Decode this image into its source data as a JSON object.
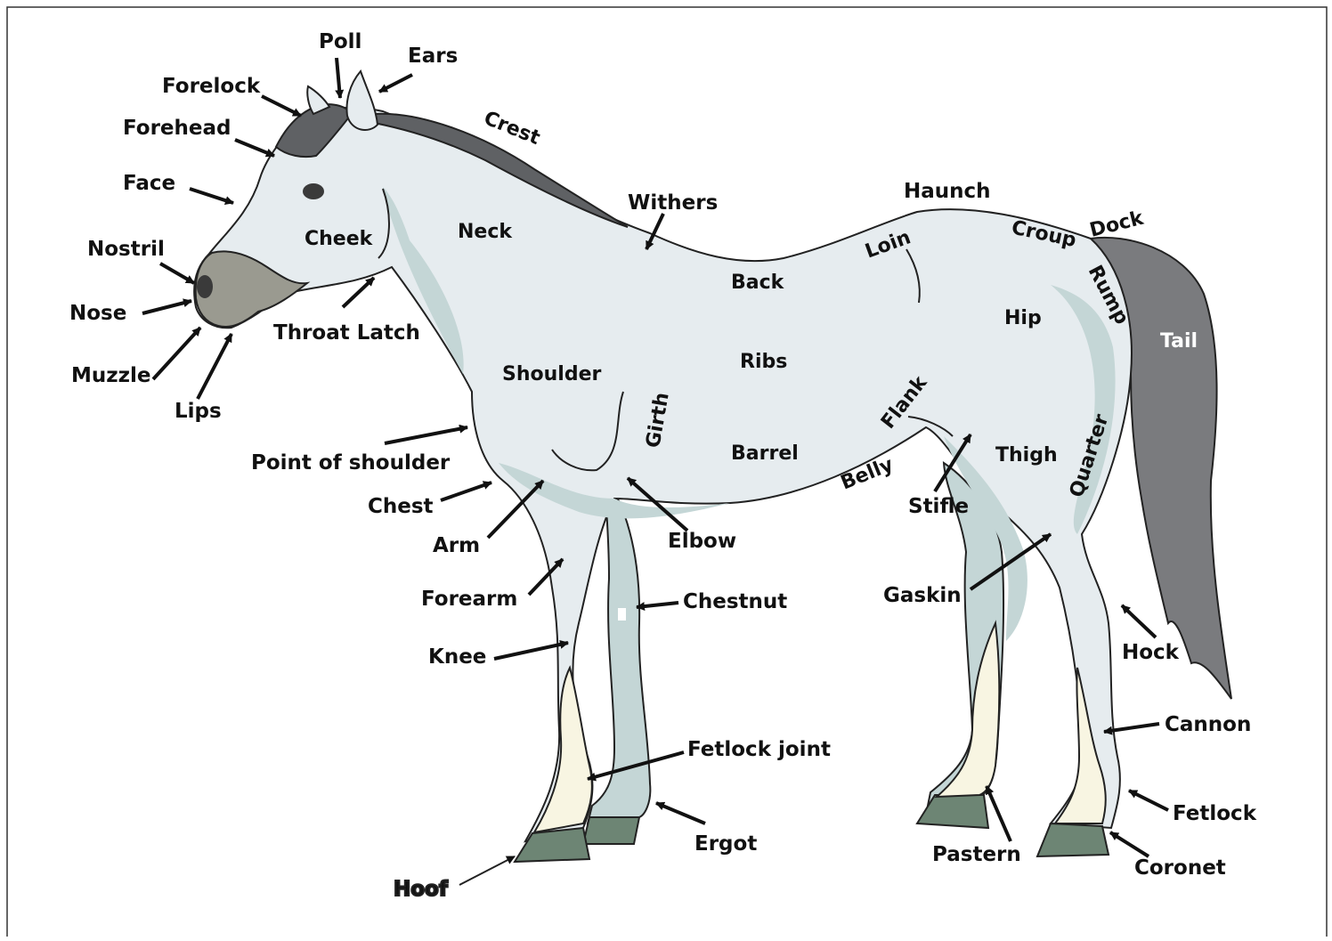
{
  "labels": {
    "poll": "Poll",
    "ears": "Ears",
    "forelock": "Forelock",
    "forehead": "Forehead",
    "face": "Face",
    "nostril": "Nostril",
    "nose": "Nose",
    "muzzle": "Muzzle",
    "lips": "Lips",
    "throat_latch": "Throat Latch",
    "cheek": "Cheek",
    "neck": "Neck",
    "crest": "Crest",
    "withers": "Withers",
    "haunch": "Haunch",
    "loin": "Loin",
    "croup": "Croup",
    "dock": "Dock",
    "rump": "Rump",
    "tail": "Tail",
    "back": "Back",
    "hip": "Hip",
    "ribs": "Ribs",
    "shoulder": "Shoulder",
    "girth": "Girth",
    "flank": "Flank",
    "barrel": "Barrel",
    "thigh": "Thigh",
    "quarter": "Quarter",
    "belly": "Belly",
    "point_of_shoulder": "Point of shoulder",
    "chest": "Chest",
    "arm": "Arm",
    "elbow": "Elbow",
    "stifle": "Stifle",
    "forearm": "Forearm",
    "chestnut": "Chestnut",
    "gaskin": "Gaskin",
    "knee": "Knee",
    "hock": "Hock",
    "cannon": "Cannon",
    "fetlock_joint": "Fetlock joint",
    "fetlock": "Fetlock",
    "ergot": "Ergot",
    "hoof": "Hoof",
    "pastern": "Pastern",
    "coronet": "Coronet"
  },
  "colors": {
    "body": "#e6ecef",
    "shadow": "#c4d6d6",
    "mane": "#5f6164",
    "tail": "#7a7b7e",
    "hoof": "#6d8574",
    "sock": "#f8f5e2",
    "muzzle": "#9a9a90"
  }
}
